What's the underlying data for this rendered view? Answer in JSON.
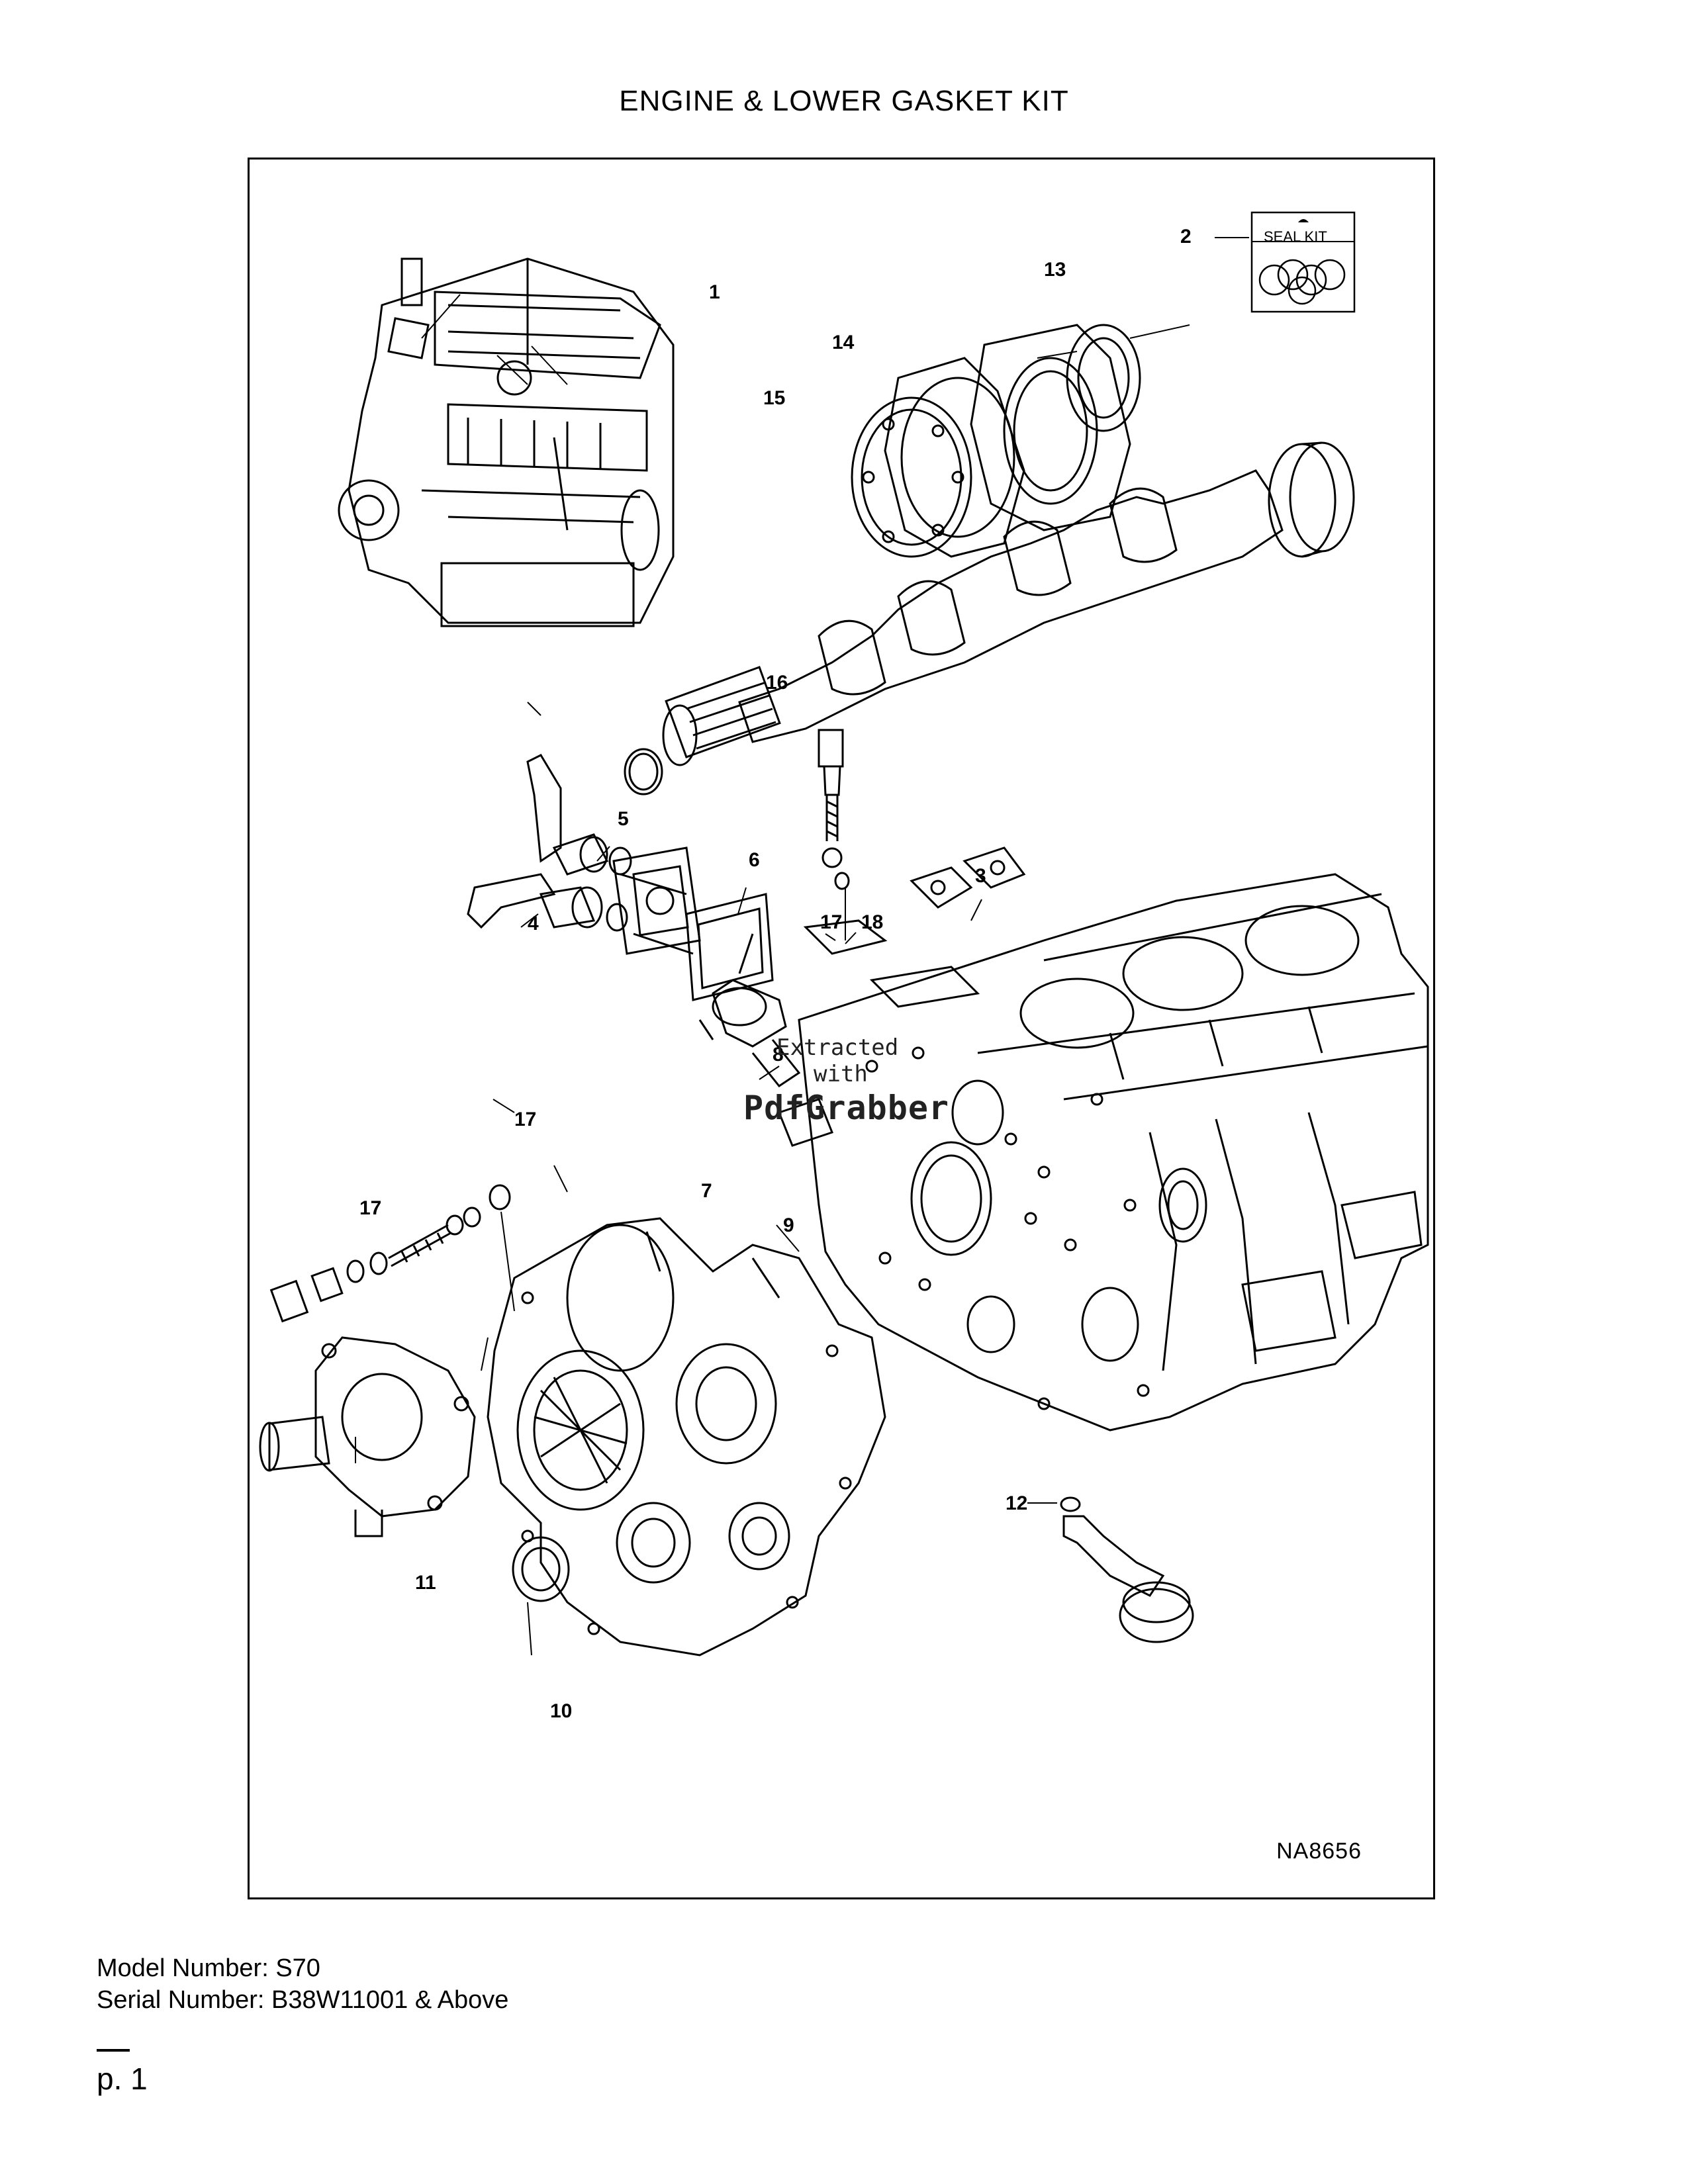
{
  "title": "ENGINE & LOWER GASKET KIT",
  "diagram": {
    "drawing_code": "NA8656",
    "seal_kit_label": "SEAL KIT",
    "callouts": [
      "1",
      "2",
      "3",
      "4",
      "5",
      "6",
      "7",
      "8",
      "9",
      "10",
      "11",
      "12",
      "13",
      "14",
      "15",
      "16",
      "17",
      "17",
      "17",
      "18"
    ],
    "watermark": [
      "Extracted",
      "with",
      "PdfGrabber"
    ]
  },
  "footer": {
    "model": "Model Number: S70",
    "serial": "Serial Number: B38W11001 & Above"
  },
  "page": "p. 1"
}
